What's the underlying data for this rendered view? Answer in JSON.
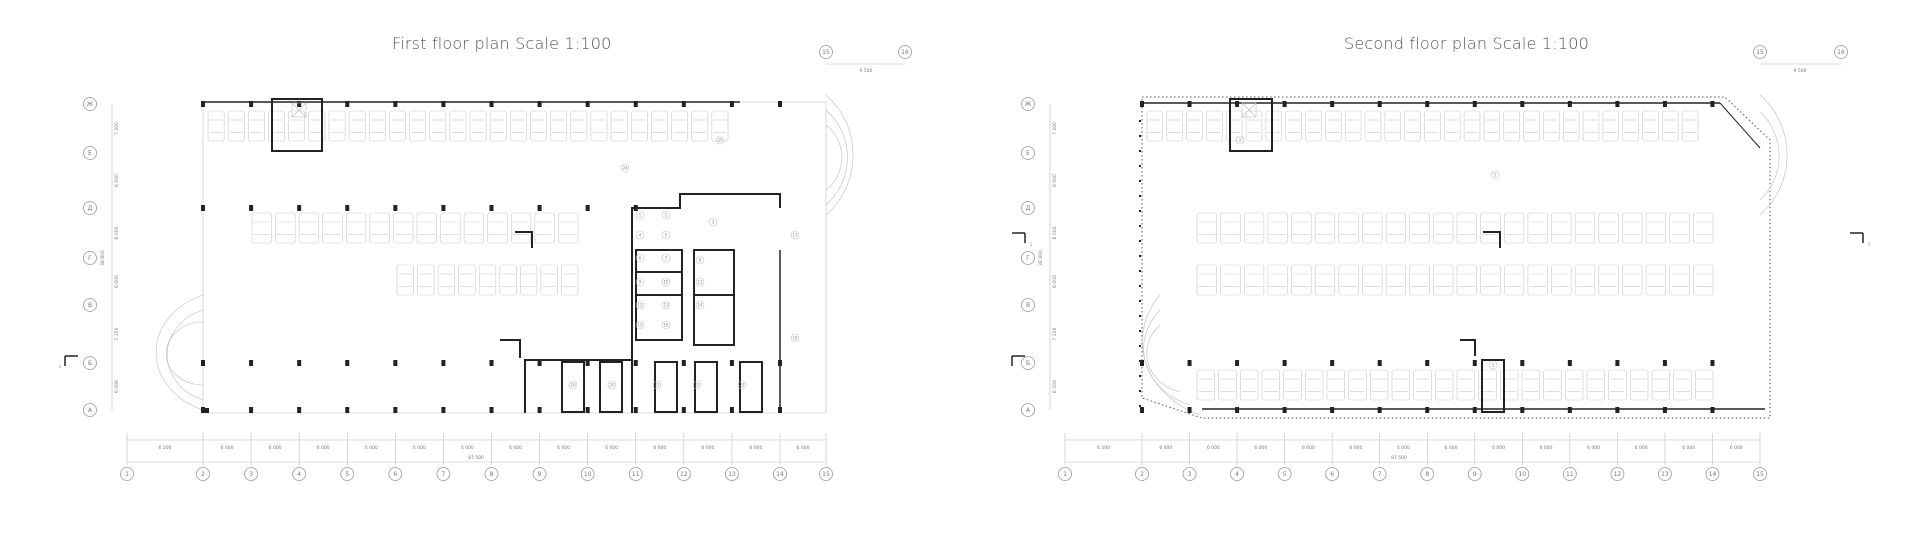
{
  "titles": {
    "first": "First floor plan Scale 1:100",
    "second": "Second floor plan Scale 1:100"
  },
  "axes": {
    "first": {
      "columns": [
        "1",
        "2",
        "3",
        "4",
        "5",
        "6",
        "7",
        "8",
        "9",
        "10",
        "11",
        "12",
        "13",
        "14",
        "15"
      ],
      "rows": [
        "A",
        "Б",
        "В",
        "Г",
        "Д",
        "Е",
        "Ж"
      ],
      "top": [
        "15",
        "16"
      ]
    },
    "second": {
      "columns": [
        "1",
        "2",
        "3",
        "4",
        "5",
        "6",
        "7",
        "8",
        "9",
        "10",
        "11",
        "12",
        "13",
        "14",
        "15"
      ],
      "rows": [
        "A",
        "Б",
        "В",
        "Г",
        "Д",
        "Е",
        "Ж"
      ],
      "top": [
        "15",
        "16"
      ]
    }
  },
  "dimensions": {
    "first": {
      "spans": [
        "6 500",
        "6 000",
        "6 000",
        "6 000",
        "6 000",
        "6 000",
        "6 000",
        "6 000",
        "6 000",
        "6 000",
        "6 000",
        "6 000",
        "6 000",
        "6 000"
      ],
      "total": "87 500",
      "top_span": "9 500",
      "rows": [
        "6 000",
        "7 200",
        "6 000",
        "6 000",
        "6 000",
        "7 200",
        "6 000"
      ],
      "row_total": "38 800"
    },
    "second": {
      "spans": [
        "6 500",
        "6 000",
        "6 000",
        "6 000",
        "6 000",
        "6 000",
        "6 000",
        "6 000",
        "6 000",
        "6 000",
        "6 000",
        "6 000",
        "6 000",
        "6 000"
      ],
      "total": "87 500",
      "top_span": "9 500",
      "rows": [
        "6 000",
        "7 200",
        "6 000",
        "6 000",
        "6 000",
        "7 200",
        "6 000"
      ],
      "row_total": "38 800"
    }
  },
  "room_numbers": {
    "first": [
      "1",
      "2",
      "3",
      "4",
      "5",
      "6",
      "7",
      "8",
      "9",
      "10",
      "11",
      "12",
      "13",
      "14",
      "15",
      "16",
      "17",
      "18",
      "19",
      "20",
      "21",
      "22",
      "23",
      "24",
      "25"
    ],
    "second": [
      "1",
      "2",
      "3"
    ]
  },
  "section_marks": {
    "first": [
      "1"
    ],
    "second": [
      "1",
      "1"
    ]
  }
}
